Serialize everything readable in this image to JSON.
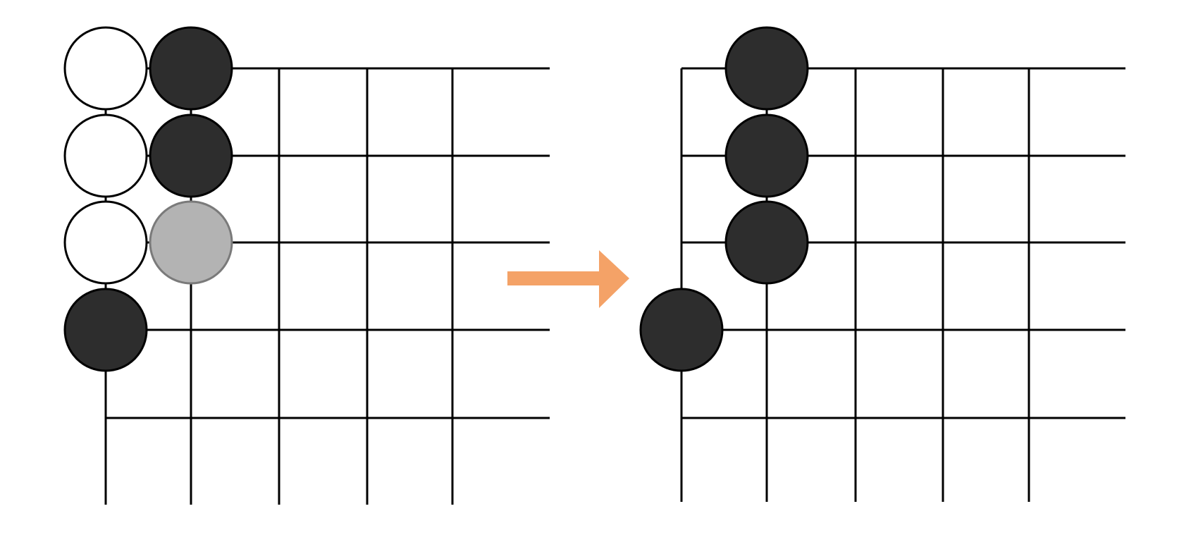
{
  "colors": {
    "black_stone": "#2d2d2d",
    "white_stone": "#ffffff",
    "gray_stone": "#b3b3b3",
    "grid_line": "#000000",
    "arrow": "#f4a267",
    "background": "#ffffff"
  },
  "boards": [
    {
      "id": "before",
      "stones": [
        {
          "col": 0,
          "row": 0,
          "color": "white"
        },
        {
          "col": 1,
          "row": 0,
          "color": "black"
        },
        {
          "col": 0,
          "row": 1,
          "color": "white"
        },
        {
          "col": 1,
          "row": 1,
          "color": "black"
        },
        {
          "col": 0,
          "row": 2,
          "color": "white"
        },
        {
          "col": 1,
          "row": 2,
          "color": "gray"
        },
        {
          "col": 0,
          "row": 3,
          "color": "black"
        }
      ]
    },
    {
      "id": "after",
      "stones": [
        {
          "col": 1,
          "row": 0,
          "color": "black"
        },
        {
          "col": 1,
          "row": 1,
          "color": "black"
        },
        {
          "col": 1,
          "row": 2,
          "color": "black"
        },
        {
          "col": 0,
          "row": 3,
          "color": "black"
        }
      ]
    }
  ],
  "arrow": {
    "direction": "right",
    "icon": "arrow-right-icon"
  }
}
